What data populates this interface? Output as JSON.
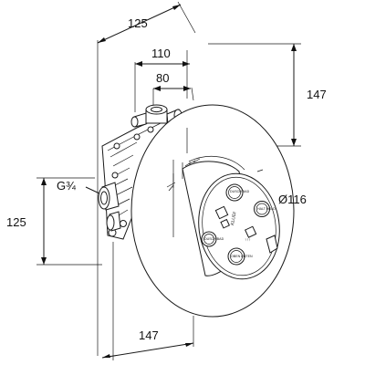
{
  "dimensions": {
    "top_width": "125",
    "top_110": "110",
    "top_80": "80",
    "right_height": "147",
    "left_height": "125",
    "bottom_width": "147",
    "thread_label": "G¾",
    "diameter_label": "Ø116"
  },
  "device_labels": {
    "brand": "KLUDI",
    "button_top": "DUSCH BAD",
    "button_right": "HALT HOLD",
    "button_left": "DUSCH BAD",
    "button_bottom": "OBEN UNTEN",
    "knob_mark": "↑↑↑"
  }
}
